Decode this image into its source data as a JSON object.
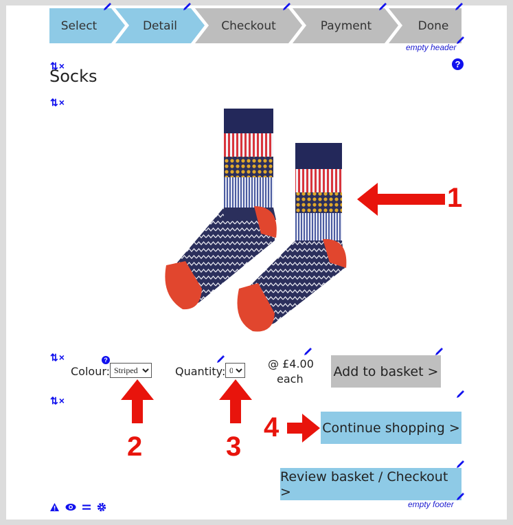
{
  "steps": [
    {
      "label": "Select",
      "state": "active"
    },
    {
      "label": "Detail",
      "state": "active"
    },
    {
      "label": "Checkout",
      "state": "inactive"
    },
    {
      "label": "Payment",
      "state": "inactive"
    },
    {
      "label": "Done",
      "state": "inactive"
    }
  ],
  "empty_header": "empty header",
  "empty_footer": "empty footer",
  "product": {
    "title": "Socks",
    "image_alt": "striped socks pair"
  },
  "form": {
    "colour_label": "Colour:",
    "colour_value": "Striped",
    "quantity_label": "Quantity:",
    "quantity_value": "0",
    "price": "@ £4.00",
    "price_unit": "each",
    "add_to_basket": "Add to basket >",
    "continue_shopping": "Continue shopping >",
    "review_basket": "Review basket / Checkout >"
  },
  "row_controls": "⇅×",
  "annotations": [
    "1",
    "2",
    "3",
    "4"
  ],
  "colors": {
    "active_step": "#8ecae6",
    "inactive_step": "#bdbdbd",
    "edit_icon": "#1010ee",
    "annotation": "#e8140c"
  },
  "footer_icons": [
    "warning-icon",
    "eye-icon",
    "equals-icon",
    "gear-icon"
  ]
}
